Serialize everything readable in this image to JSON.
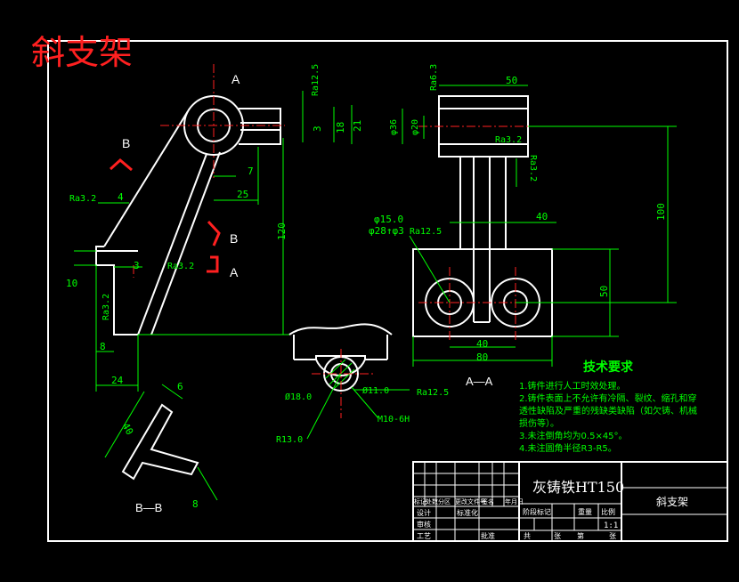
{
  "title": "斜支架",
  "section_labels": {
    "a_top": "A",
    "a_bottom": "A",
    "b_left": "B",
    "b_right": "B",
    "aa": "A—A",
    "bb": "B—B"
  },
  "front_view": {
    "dims": [
      "25",
      "7",
      "120",
      "4",
      "10",
      "8",
      "24",
      "3",
      "18",
      "21",
      "3"
    ],
    "roughness": [
      "Ra12.5",
      "Ra3.2",
      "Ra3.2",
      "Ra3.2"
    ]
  },
  "side_view": {
    "dims": [
      "50",
      "40",
      "100",
      "50",
      "40",
      "80",
      "φ36",
      "φ20"
    ],
    "holes": [
      "φ15.0",
      "φ28↑φ3"
    ],
    "roughness": [
      "Ra6.3",
      "Ra3.2",
      "Ra12.5",
      "Ra3.2"
    ]
  },
  "detail_view": {
    "dims": [
      "Ø18.0",
      "Ø11.0",
      "M10-6H",
      "R13.0"
    ],
    "roughness": "Ra12.5"
  },
  "section_bb": {
    "dims": [
      "40",
      "6",
      "8"
    ]
  },
  "notes": {
    "heading": "技术要求",
    "items": [
      "1.铸件进行人工时效处理。",
      "2.铸件表面上不允许有冷隔、裂纹、缩孔和穿",
      "透性缺陷及严重的残缺类缺陷（如欠铸、机械",
      "损伤等）。",
      "3.未注倒角均为0.5×45°。",
      "4.未注圆角半径R3-R5。"
    ]
  },
  "title_block": {
    "material": "灰铸铁HT150",
    "part_name": "斜支架",
    "scale": "1:1",
    "row_labels": [
      "标记",
      "处数",
      "分区",
      "更改文件号",
      "签名",
      "年月日"
    ],
    "left_labels": [
      "设计",
      "审核",
      "工艺",
      "标准化",
      "批准"
    ],
    "right_labels": [
      "阶段标记",
      "重量",
      "比例"
    ],
    "bottom_labels": [
      "共",
      "张",
      "第",
      "张"
    ]
  },
  "colors": {
    "bg": "#000000",
    "line": "#ffffff",
    "dim": "#00ff00",
    "center": "#ff0000",
    "title": "#ff0000",
    "notes": "#00ff00"
  }
}
